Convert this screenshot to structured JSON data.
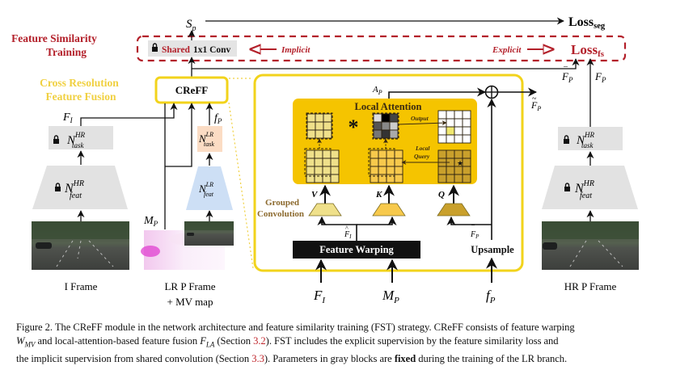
{
  "figure": {
    "fst_title_line1": "Feature Similarity",
    "fst_title_line2": "Training",
    "crff_title_line1": "Cross  Resolution",
    "crff_title_line2": "Feature Fusion",
    "shared_conv_red": "Shared",
    "shared_conv_black": "1x1 Conv",
    "implicit_label": "Implicit",
    "explicit_label": "Explicit",
    "sp_label": "S",
    "sp_sub": "p",
    "loss_seg": "Loss",
    "loss_seg_sub": "seg",
    "loss_fs": "Loss",
    "loss_fs_sub": "fs",
    "creff_label": "CReFF",
    "fi_label": "F",
    "fi_sub": "I",
    "fp_small_label": "f",
    "fp_small_sub": "P",
    "mp_label": "M",
    "mp_sub": "P",
    "n_label": "N",
    "hr_sup": "HR",
    "lr_sup": "LR",
    "task_sub": "task",
    "feat_sub": "feat",
    "local_attention": "Local Attention",
    "output_label": "Output",
    "local_query_line1": "Local",
    "local_query_line2": "Query",
    "v_label": "V",
    "k_label": "K",
    "q_label": "Q",
    "grouped_conv_line1": "Grouped",
    "grouped_conv_line2": "Convolution",
    "feature_warping": "Feature Warping",
    "upsample": "Upsample",
    "ap_label": "A",
    "ap_sub": "P",
    "fp_bar_label": "F",
    "fp_bar_sub": "P",
    "fp_big_label": "F",
    "fp_big_sub": "P",
    "i_frame": "I Frame",
    "lr_p_frame_line1": "LR P Frame",
    "lr_p_frame_line2": "+ MV map",
    "hr_p_frame": "HR P Frame",
    "colors": {
      "red": "#b3202a",
      "yellow": "#f2d31b",
      "yellow_title": "#f0d040",
      "gold_panel": "#f5c400",
      "gray_block": "#e2e2e2",
      "peach": "#fbdcc4",
      "blue": "#cddff5",
      "brown": "#8c6a2e"
    }
  },
  "caption": {
    "p1": "Figure 2. The CReFF module in the network architecture and feature similarity training (FST) strategy. CReFF consists of feature warping",
    "p2a": "W",
    "p2a_sub": "MV",
    "p2b": " and local-attention-based feature fusion ",
    "p2c": "F",
    "p2c_sub": "LA",
    "p2d": " (Section ",
    "ref1": "3.2",
    "p2e": "). FST includes the explicit supervision by the feature similarity loss and",
    "p3a": "the implicit supervision from shared convolution (Section ",
    "ref2": "3.3",
    "p3b": "). Parameters in gray blocks are ",
    "p3bold": "fixed",
    "p3c": " during the training of the LR branch."
  }
}
